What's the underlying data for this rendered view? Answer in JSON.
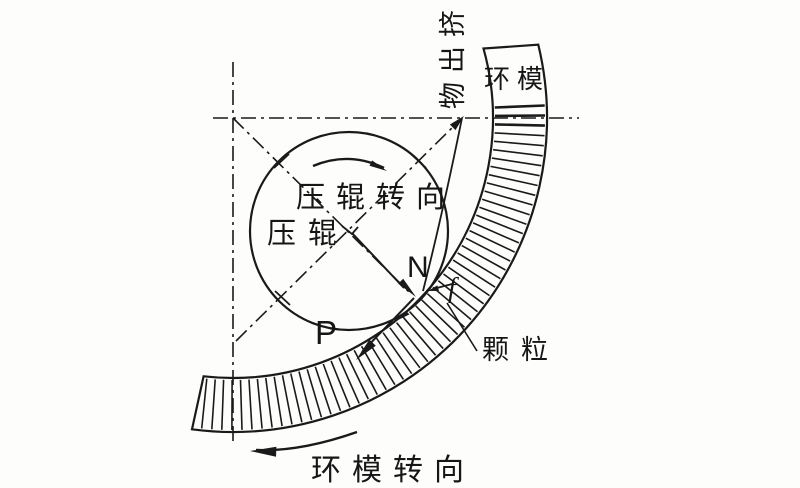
{
  "figure": {
    "labels": {
      "extrudate_chars": [
        "挤",
        "出",
        "物"
      ],
      "extrudate": "挤出物",
      "ring_die": "环模",
      "roller_rotation": "压辊转向",
      "press_roller": "压辊",
      "force_normal": "N",
      "force_friction": "f",
      "force_p": "P",
      "pellet": "颗粒",
      "die_rotation": "环模转向"
    },
    "colors": {
      "ink": "#1a1a1a",
      "paper": "#fdfdfc"
    }
  }
}
